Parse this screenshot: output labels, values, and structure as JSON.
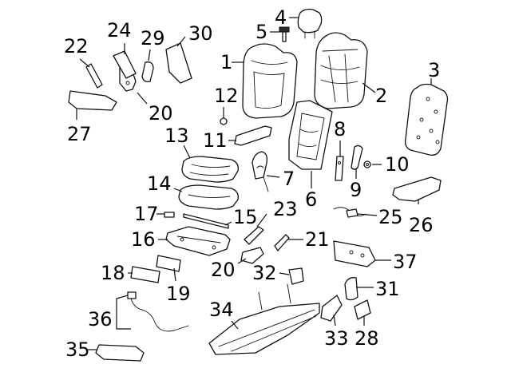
{
  "colors": {
    "background": "#ffffff",
    "line": "#111111",
    "text": "#000000"
  },
  "callouts": [
    {
      "id": "1",
      "label": "1"
    },
    {
      "id": "2",
      "label": "2"
    },
    {
      "id": "3",
      "label": "3"
    },
    {
      "id": "4",
      "label": "4"
    },
    {
      "id": "5",
      "label": "5"
    },
    {
      "id": "6",
      "label": "6"
    },
    {
      "id": "7",
      "label": "7"
    },
    {
      "id": "8",
      "label": "8"
    },
    {
      "id": "9",
      "label": "9"
    },
    {
      "id": "10",
      "label": "10"
    },
    {
      "id": "11",
      "label": "11"
    },
    {
      "id": "12",
      "label": "12"
    },
    {
      "id": "13",
      "label": "13"
    },
    {
      "id": "14",
      "label": "14"
    },
    {
      "id": "15",
      "label": "15"
    },
    {
      "id": "16",
      "label": "16"
    },
    {
      "id": "17",
      "label": "17"
    },
    {
      "id": "18",
      "label": "18"
    },
    {
      "id": "19",
      "label": "19"
    },
    {
      "id": "20a",
      "label": "20"
    },
    {
      "id": "20b",
      "label": "20"
    },
    {
      "id": "21",
      "label": "21"
    },
    {
      "id": "22",
      "label": "22"
    },
    {
      "id": "23",
      "label": "23"
    },
    {
      "id": "24",
      "label": "24"
    },
    {
      "id": "25",
      "label": "25"
    },
    {
      "id": "26",
      "label": "26"
    },
    {
      "id": "27",
      "label": "27"
    },
    {
      "id": "28",
      "label": "28"
    },
    {
      "id": "29",
      "label": "29"
    },
    {
      "id": "30",
      "label": "30"
    },
    {
      "id": "31",
      "label": "31"
    },
    {
      "id": "32",
      "label": "32"
    },
    {
      "id": "33",
      "label": "33"
    },
    {
      "id": "34",
      "label": "34"
    },
    {
      "id": "35",
      "label": "35"
    },
    {
      "id": "36",
      "label": "36"
    },
    {
      "id": "37",
      "label": "37"
    }
  ]
}
